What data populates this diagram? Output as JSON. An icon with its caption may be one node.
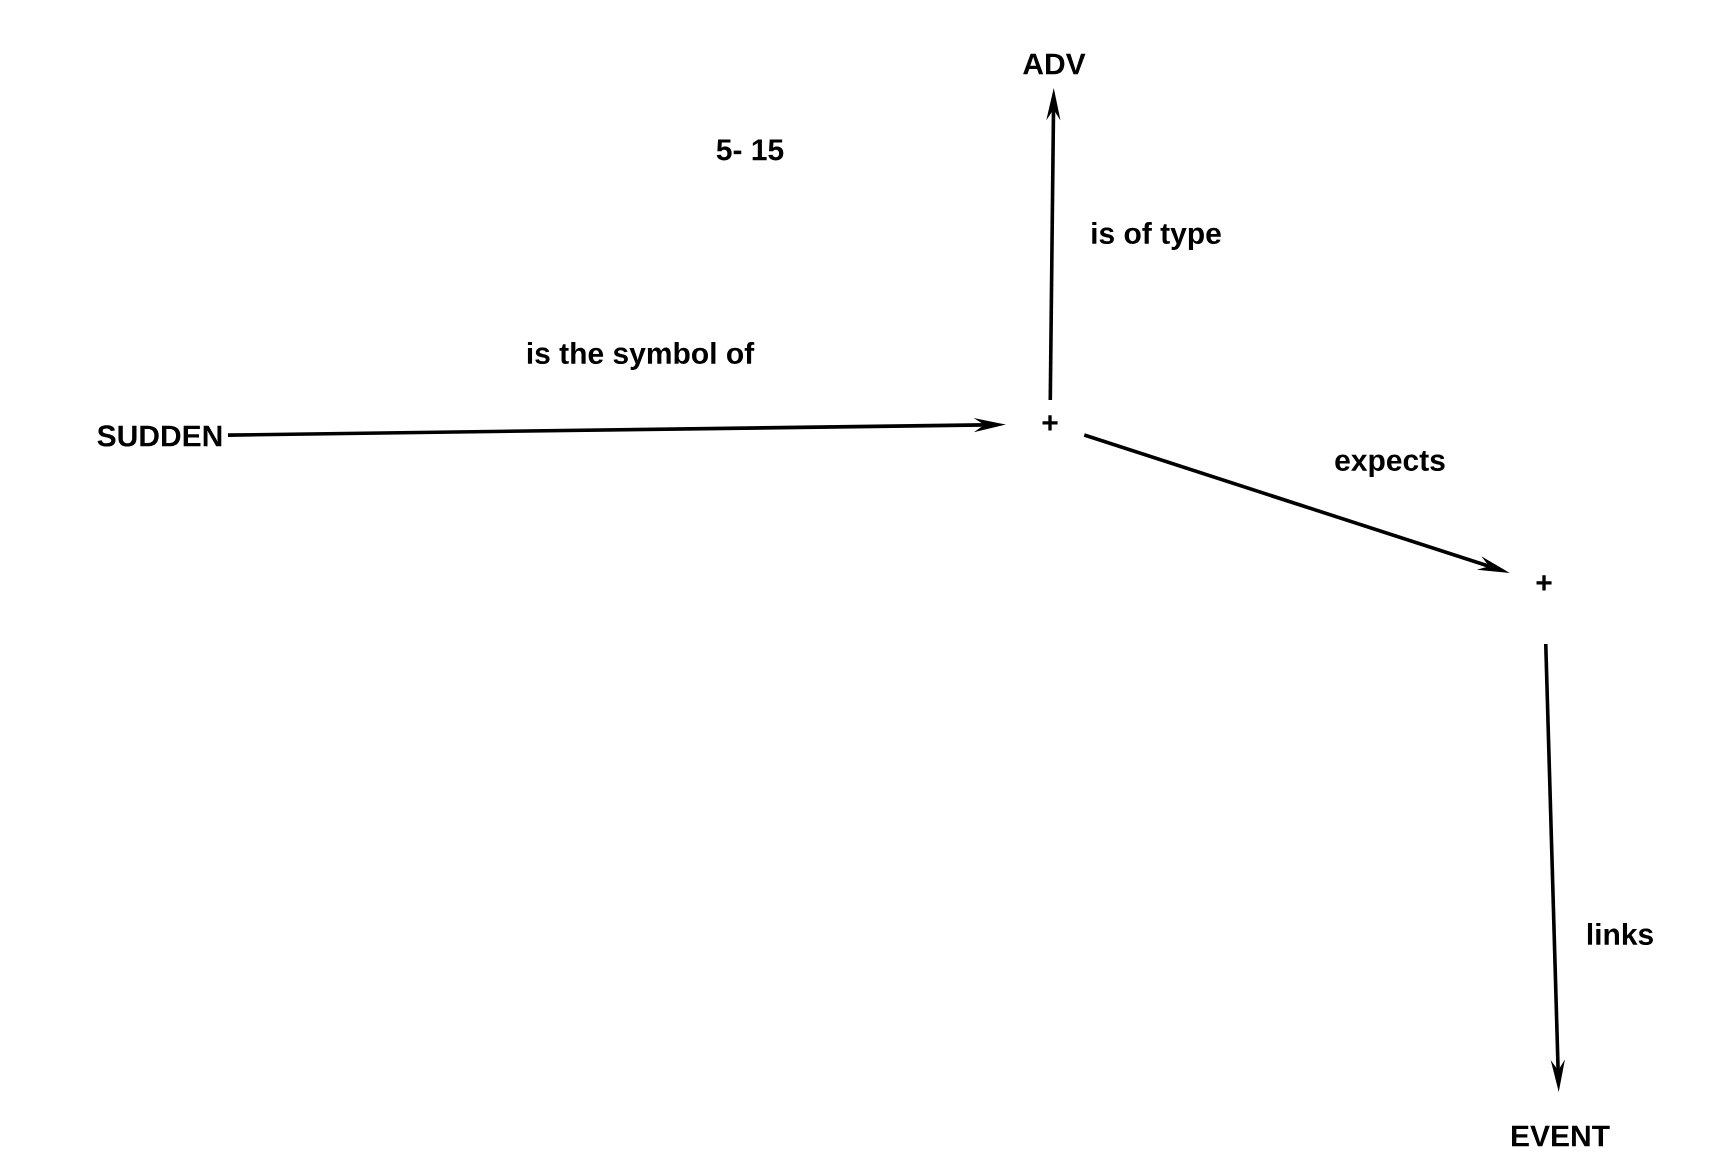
{
  "diagram": {
    "nodes": [
      {
        "text": [
          "SUDDEN"
        ]
      },
      {
        "text": [
          "+"
        ]
      },
      {
        "text": [
          "ADV"
        ]
      },
      {
        "text": [
          "+"
        ]
      },
      {
        "text": [
          "EVENT"
        ]
      }
    ],
    "edges": [
      {
        "from": 0,
        "to": 1,
        "arrow": "to",
        "label": "is the symbol of"
      },
      {
        "from": 1,
        "to": 2,
        "arrow": "to",
        "label": "is of type"
      },
      {
        "from": 1,
        "to": 3,
        "arrow": "to",
        "label": "expects"
      },
      {
        "from": 3,
        "to": 4,
        "arrow": "to",
        "label": "links"
      }
    ],
    "labels": [
      "5- 15"
    ]
  }
}
